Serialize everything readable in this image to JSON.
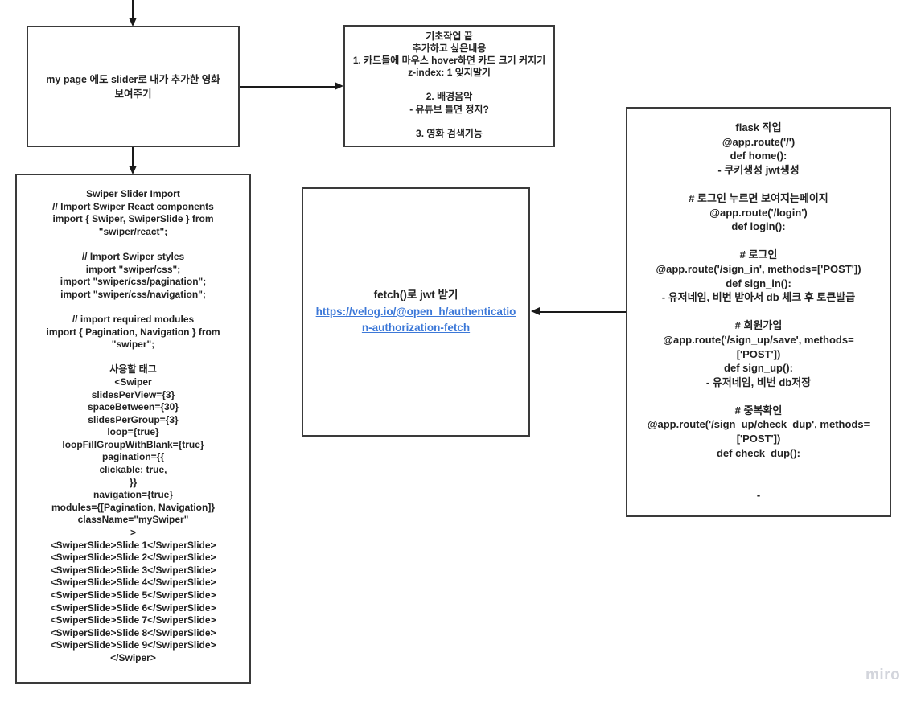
{
  "watermark": {
    "label": "miro"
  },
  "colors": {
    "background": "#ffffff",
    "box_border": "#3a3a3a",
    "text": "#222222",
    "link": "#3c78d8",
    "arrow": "#1a1a1a",
    "watermark": "#d3d5dc"
  },
  "boxes": {
    "my_page": {
      "text": "my page 에도 slider로 내가 추가한 영화\n보여주기"
    },
    "todo": {
      "text": "기초작업 끝\n추가하고 싶은내용\n1. 카드들에 마우스 hover하면 카드 크기 커지기\nz-index: 1 잊지말기\n\n2. 배경음악\n- 유튜브 틀면 정지?\n\n3. 영화 검색기능"
    },
    "swiper": {
      "text": "Swiper Slider Import\n// Import Swiper React components\nimport { Swiper, SwiperSlide } from\n\"swiper/react\";\n\n// Import Swiper styles\nimport \"swiper/css\";\nimport \"swiper/css/pagination\";\nimport \"swiper/css/navigation\";\n\n// import required modules\nimport { Pagination, Navigation } from\n\"swiper\";\n\n사용할 태그\n<Swiper\nslidesPerView={3}\nspaceBetween={30}\nslidesPerGroup={3}\nloop={true}\nloopFillGroupWithBlank={true}\npagination={{\nclickable: true,\n}}\nnavigation={true}\nmodules={[Pagination, Navigation]}\nclassName=\"mySwiper\"\n>\n<SwiperSlide>Slide 1</SwiperSlide>\n<SwiperSlide>Slide 2</SwiperSlide>\n<SwiperSlide>Slide 3</SwiperSlide>\n<SwiperSlide>Slide 4</SwiperSlide>\n<SwiperSlide>Slide 5</SwiperSlide>\n<SwiperSlide>Slide 6</SwiperSlide>\n<SwiperSlide>Slide 7</SwiperSlide>\n<SwiperSlide>Slide 8</SwiperSlide>\n<SwiperSlide>Slide 9</SwiperSlide>\n</Swiper>"
    },
    "fetch_jwt": {
      "title": "fetch()로 jwt 받기",
      "link": "https://velog.io/@open_h/authentication-authorization-fetch"
    },
    "flask": {
      "text": "flask 작업\n@app.route('/')\ndef home():\n- 쿠키생성 jwt생성\n\n# 로그인 누르면 보여지는페이지\n@app.route('/login')\ndef login():\n\n# 로그인\n@app.route('/sign_in', methods=['POST'])\ndef sign_in():\n- 유저네임, 비번 받아서 db 체크 후 토큰발급\n\n# 회원가입\n@app.route('/sign_up/save', methods=\n['POST'])\ndef sign_up():\n- 유저네임, 비번 db저장\n\n# 중복확인\n@app.route('/sign_up/check_dup', methods=\n['POST'])\ndef check_dup():\n\n\n-"
    }
  }
}
